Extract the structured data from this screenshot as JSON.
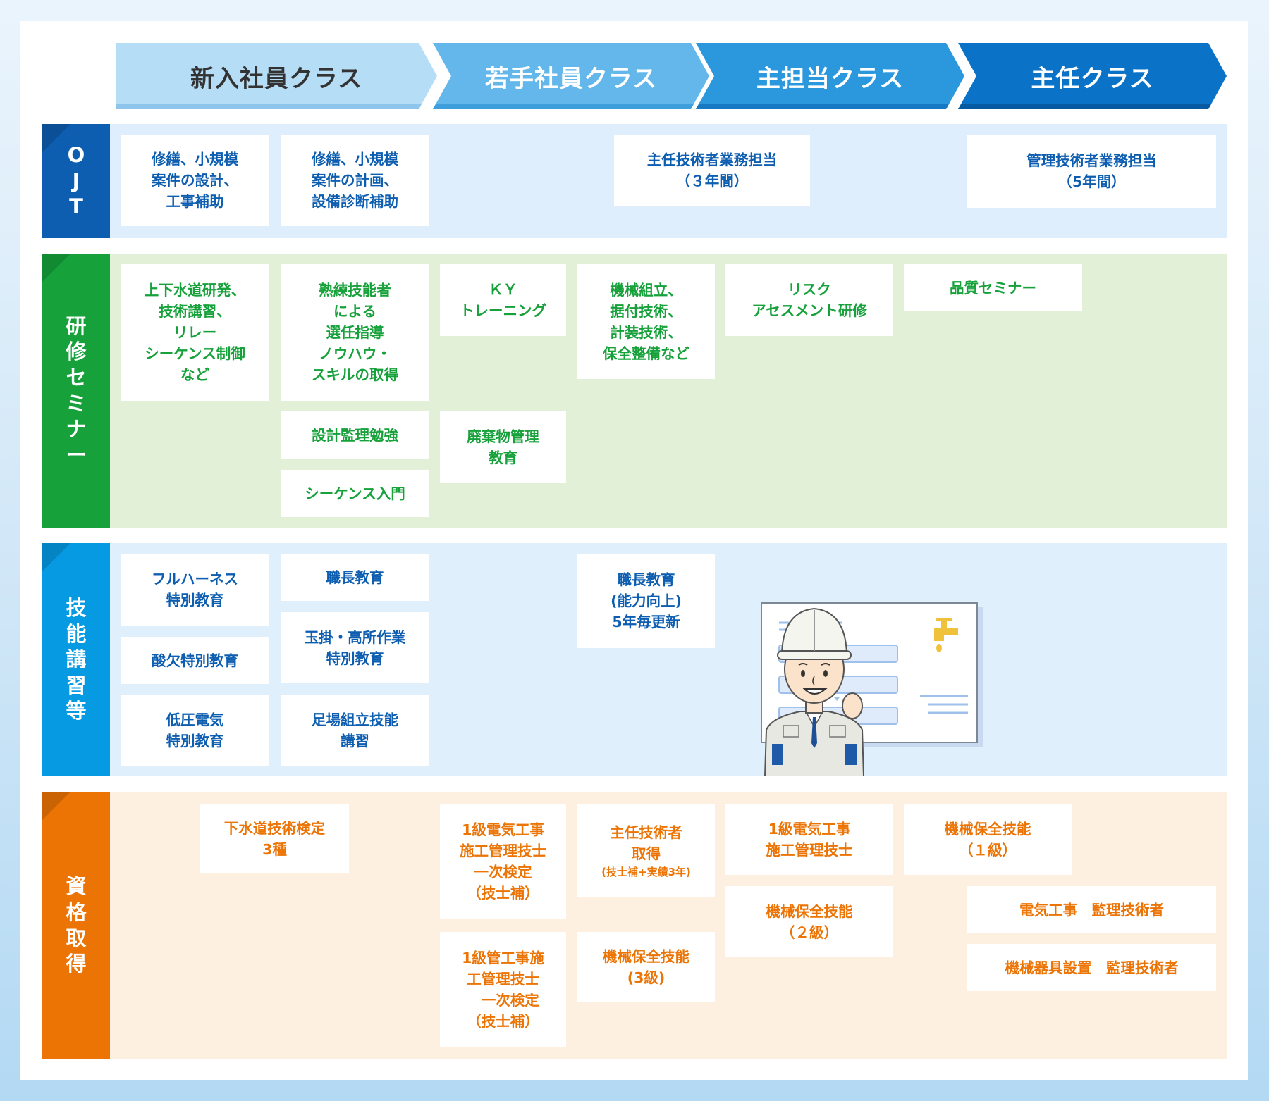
{
  "header": {
    "classes": [
      {
        "label": "新入社員クラス",
        "bg": "#b6ddf6",
        "fg": "#333333",
        "stripe": "#8ec5ec"
      },
      {
        "label": "若手社員クラス",
        "bg": "#64b7ea",
        "fg": "#ffffff",
        "stripe": "#3e9fdc"
      },
      {
        "label": "主担当クラス",
        "bg": "#2b97dd",
        "fg": "#ffffff",
        "stripe": "#1778c3"
      },
      {
        "label": "主任クラス",
        "bg": "#0a73c8",
        "fg": "#ffffff",
        "stripe": "#055aa2"
      }
    ]
  },
  "rows": {
    "ojt": {
      "label": [
        "O",
        "J",
        "T"
      ],
      "color": "#0d5eb0",
      "bg": "#deeefc"
    },
    "training": {
      "label": [
        "研",
        "修",
        "セ",
        "ミ",
        "ナ",
        "ー"
      ],
      "color": "#16a13a",
      "bg": "#e1f0d7"
    },
    "skills": {
      "label": [
        "技",
        "能",
        "講",
        "習",
        "等"
      ],
      "color": "#069ae3",
      "bg": "#dff0fc"
    },
    "qualification": {
      "label": [
        "資",
        "格",
        "取",
        "得"
      ],
      "color": "#ec7405",
      "bg": "#fdf0e0"
    }
  },
  "ojt_items": [
    "修繕、小規模\n案件の設計、\n工事補助",
    "修繕、小規模\n案件の計画、\n設備診断補助",
    "主任技術者業務担当\n（３年間）",
    "管理技術者業務担当\n（5年間）"
  ],
  "training_items": [
    "上下水道研発、\n技術講習、\nリレー\nシーケンス制御\nなど",
    "熟練技能者\nによる\n選任指導\nノウハウ・\nスキルの取得",
    "設計監理勉強",
    "シーケンス入門",
    "ＫＹ\nトレーニング",
    "廃棄物管理\n教育",
    "機械組立、\n据付技術、\n計装技術、\n保全整備など",
    "リスク\nアセスメント研修",
    "品質セミナー"
  ],
  "skill_items": [
    "フルハーネス\n特別教育",
    "酸欠特別教育",
    "低圧電気\n特別教育",
    "職長教育",
    "玉掛・高所作業\n特別教育",
    "足場組立技能\n講習",
    "職長教育\n(能力向上)\n5年毎更新"
  ],
  "qualification_items": [
    "下水道技術検定\n3種",
    "1級電気工事\n施工管理技士\n一次検定\n（技士補）",
    "1級管工事施\n工管理技士\n　一次検定\n（技士補）",
    "主任技術者\n取得",
    "(技士補+実績3年)",
    "機械保全技能\n(3級)",
    "1級電気工事\n施工管理技士",
    "機械保全技能\n（２級）",
    "機械保全技能\n（１級）",
    "電気工事　監理技術者",
    "機械器具設置　監理技術者"
  ]
}
